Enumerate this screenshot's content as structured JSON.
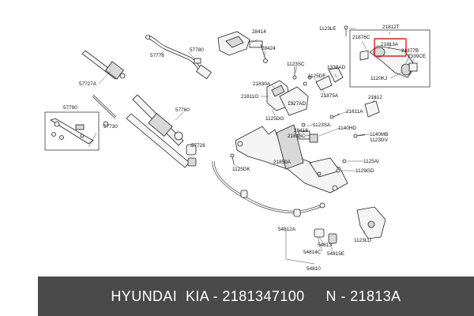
{
  "diagram": {
    "labels": {
      "l57776": "57776",
      "l57780": "57780",
      "l57727a": "57727A",
      "l57790": "57790",
      "l57730": "57730",
      "l57760": "57760",
      "l57726": "57726",
      "l28414": "28414",
      "l28424": "28424",
      "l1123sc": "1123SC",
      "l1338ad": "1338AD",
      "l1123le": "1123LE",
      "l21812t": "21812T",
      "l21876c": "21876C",
      "l21813a": "21813A",
      "l21877b": "21877B",
      "l1339ce": "1339CE",
      "l1120kj": "1120KJ",
      "l21830a": "21830A",
      "l21811g": "21811G",
      "l1125df": "1125DF",
      "l1327ad": "1327AD",
      "l21875a": "21875A",
      "l1125dg": "1125DG",
      "l21612": "21612",
      "l21611a": "21611A",
      "l1123sa": "1123SA",
      "l28413": "28413",
      "l21815c": "21815C",
      "l1140hd": "1140HD",
      "l1140mb": "1140MB",
      "l1123gv": "1123GV",
      "l1125dk": "1125DK",
      "l21850a": "21850A",
      "l1125ai": "1125AI",
      "l1129gd": "1129GD",
      "l54812a": "54812A",
      "l54813": "54813",
      "l54814c": "54814C",
      "l54815e": "54815E",
      "l1123ld": "1123LD",
      "l54810": "54810"
    },
    "highlight_color": "#e0201e"
  },
  "banner": {
    "text": "HYUNDAI  KIA - 2181347100     N - 21813A",
    "background": "#4a4a4a",
    "color": "#ffffff"
  }
}
